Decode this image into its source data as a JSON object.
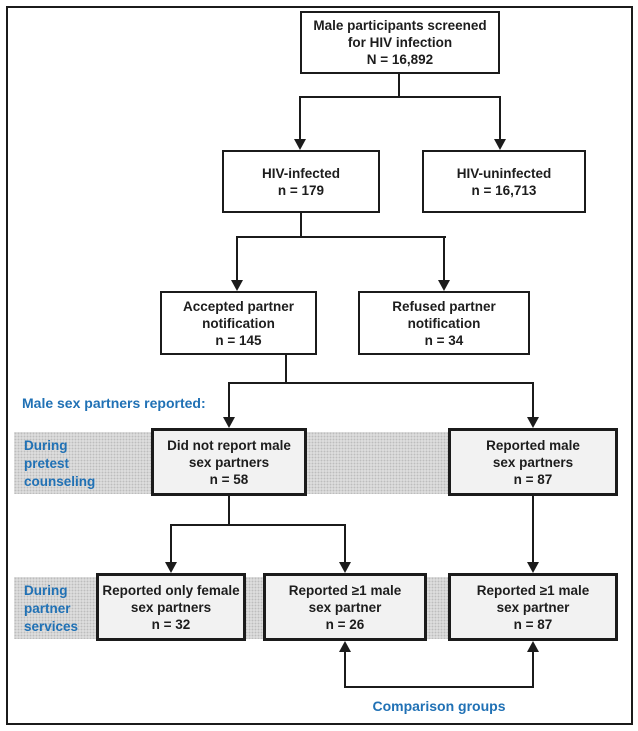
{
  "colors": {
    "accent_blue": "#2071b5",
    "line_black": "#1b1b1b",
    "band_gray": "#dcdcdc",
    "band_box_fill": "#f2f2f2"
  },
  "flowchart": {
    "screened": "Male participants screened\nfor HIV infection\nN = 16,892",
    "hiv_infected": "HIV-infected\nn = 179",
    "hiv_uninfected": "HIV-uninfected\nn = 16,713",
    "accepted_notification": "Accepted partner\nnotification\nn = 145",
    "refused_notification": "Refused partner\nnotification\nn = 34",
    "did_not_report_male": "Did not report male\nsex partners\nn = 58",
    "reported_male": "Reported male\nsex partners\nn = 87",
    "reported_only_female": "Reported only female\nsex partners\nn = 32",
    "reported_ge1_male_26": "Reported ≥1 male\nsex partner\nn = 26",
    "reported_ge1_male_87": "Reported ≥1 male\nsex partner\nn = 87"
  },
  "labels": {
    "male_partners_reported": "Male sex partners reported:",
    "during_pretest": "During\npretest\ncounseling",
    "during_services": "During\npartner\nservices",
    "comparison_groups": "Comparison groups"
  }
}
